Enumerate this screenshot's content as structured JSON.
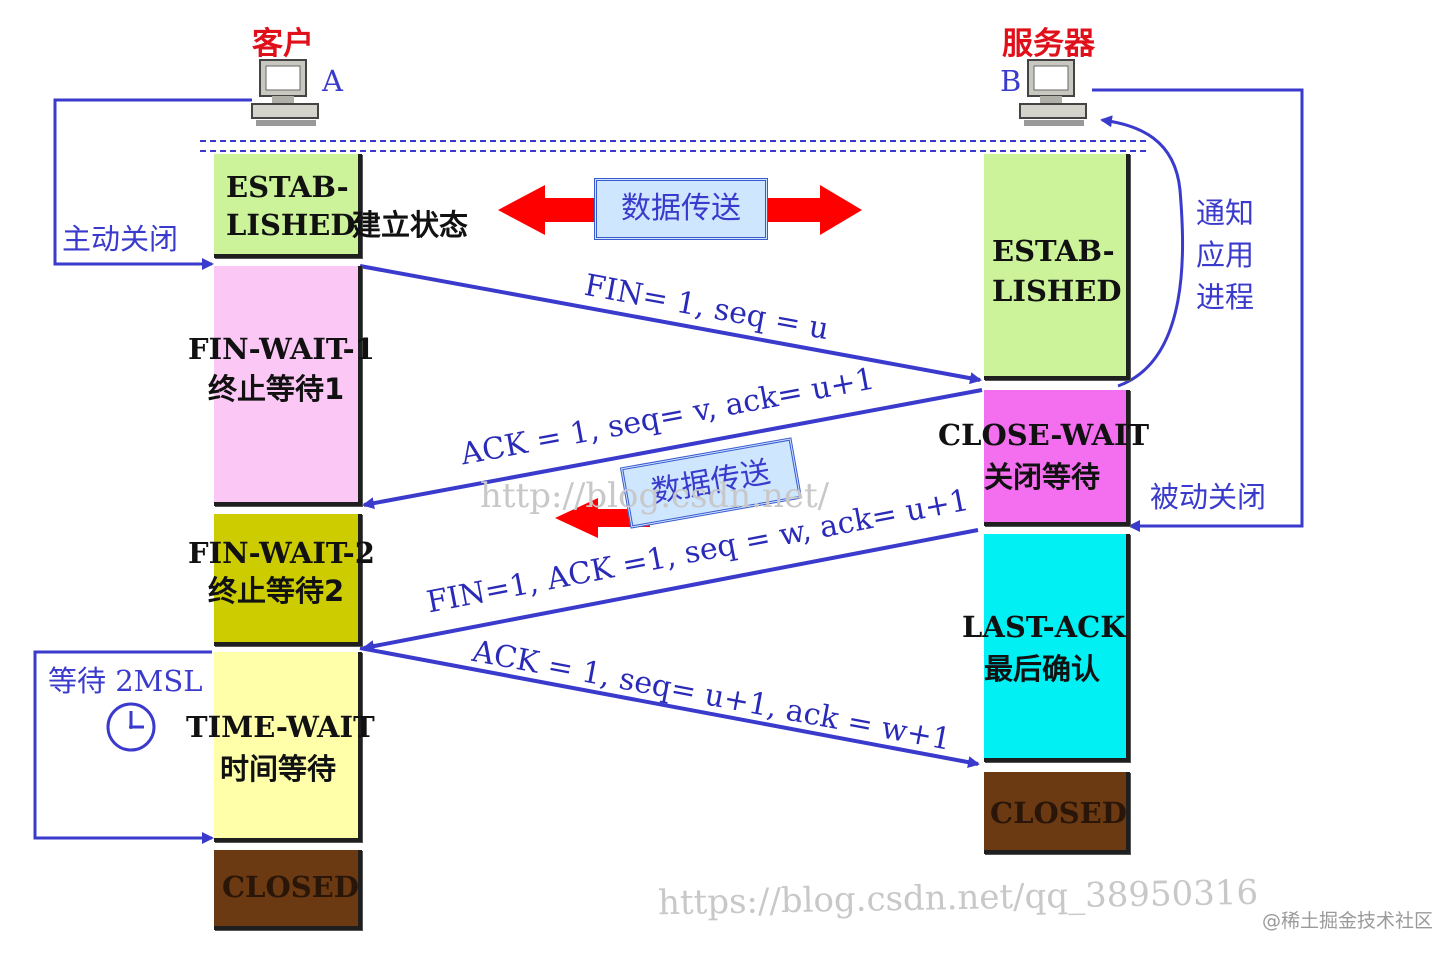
{
  "client": {
    "title": "客户",
    "label": "A"
  },
  "server": {
    "title": "服务器",
    "label": "B"
  },
  "client_states": [
    {
      "line1": "ESTAB-",
      "line2": "LISHED",
      "color": "#ccf29a"
    },
    {
      "line1": "FIN-WAIT-1",
      "line2": "终止等待1",
      "color": "#fbc8f6"
    },
    {
      "line1": "FIN-WAIT-2",
      "line2": "终止等待2",
      "color": "#cccc00"
    },
    {
      "line1": "TIME-WAIT",
      "line2": "时间等待",
      "color": "#ffffaa"
    },
    {
      "line1": "CLOSED",
      "line2": "",
      "color": "#6b3a12"
    }
  ],
  "established_suffix": "建立状态",
  "server_states": [
    {
      "line1": "ESTAB-",
      "line2": "LISHED",
      "color": "#ccf29a"
    },
    {
      "line1": "CLOSE-WAIT",
      "line2": "关闭等待",
      "color": "#f46ef0"
    },
    {
      "line1": "LAST-ACK",
      "line2": "最后确认",
      "color": "#00f0f4"
    },
    {
      "line1": "CLOSED",
      "line2": "",
      "color": "#6b3a12"
    }
  ],
  "data_transfer_label": "数据传送",
  "active_close_label": "主动关闭",
  "passive_close_label": "被动关闭",
  "notify_label": [
    "通知",
    "应用",
    "进程"
  ],
  "wait_label": "等待 2MSL",
  "messages": {
    "fin1": "FIN= 1, seq = u",
    "ack1": "ACK = 1, seq= v, ack= u+1",
    "fin2": "FIN=1, ACK =1, seq = w, ack= u+1",
    "ack2": "ACK = 1, seq= u+1, ack = w+1"
  },
  "watermarks": {
    "middle": "http://blog.csdn.net/",
    "bottom": "https://blog.csdn.net/qq_38950316",
    "corner": "@稀土掘金技术社区"
  },
  "colors": {
    "arrow": "#3a3acc",
    "red_arrow": "#ff0000",
    "title": "#e0101a"
  },
  "icons": {
    "computer": "computer-icon",
    "clock": "clock-icon"
  }
}
